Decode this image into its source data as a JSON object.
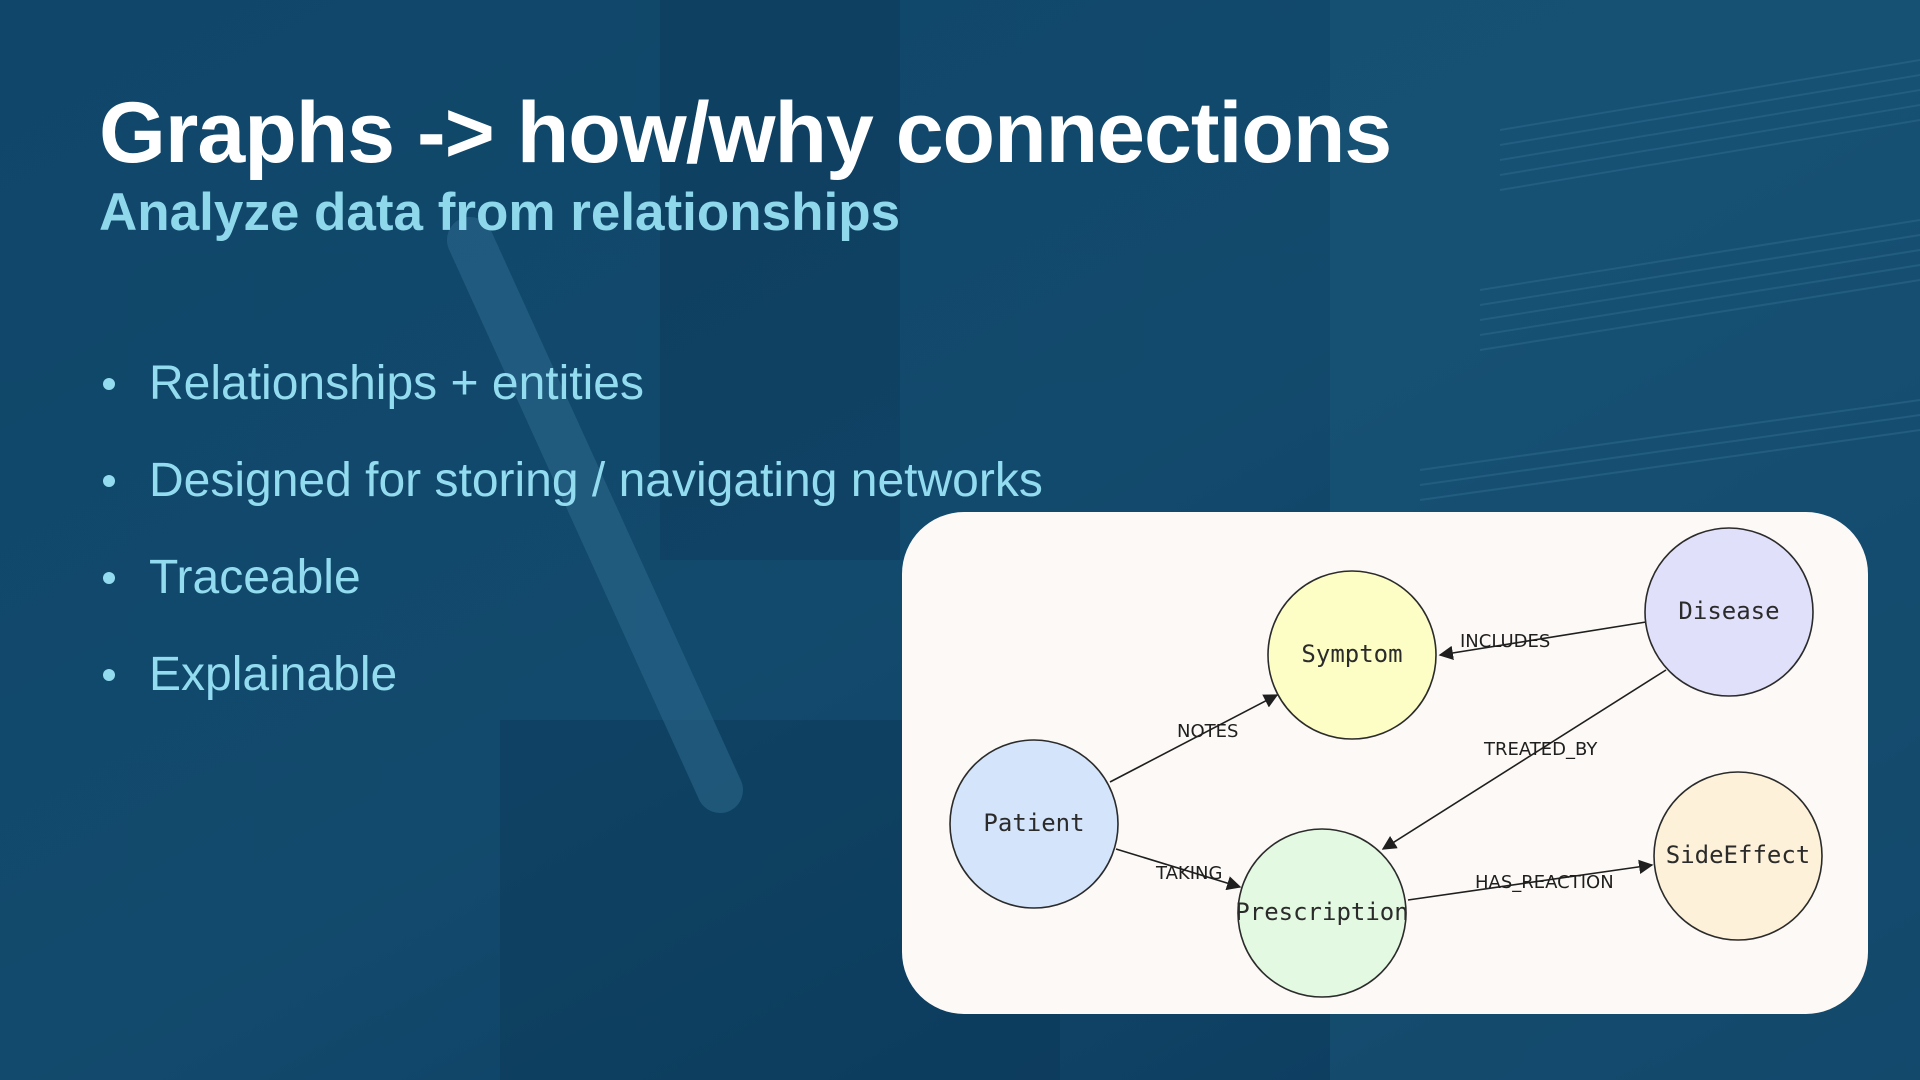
{
  "slide": {
    "title": "Graphs -> how/why connections",
    "subtitle": "Analyze data from relationships",
    "bullets": [
      "Relationships + entities",
      "Designed for storing / navigating networks",
      "Traceable",
      "Explainable"
    ]
  },
  "diagram": {
    "nodes": {
      "symptom": {
        "label": "Symptom",
        "color": "#fdfdc6"
      },
      "disease": {
        "label": "Disease",
        "color": "#e0e0fb"
      },
      "patient": {
        "label": "Patient",
        "color": "#d4e5fb"
      },
      "prescription": {
        "label": "Prescription",
        "color": "#e3f9e1"
      },
      "sideeffect": {
        "label": "SideEffect",
        "color": "#fdf2d9"
      }
    },
    "edges": {
      "includes": {
        "label": "INCLUDES",
        "from": "Disease",
        "to": "Symptom"
      },
      "notes": {
        "label": "NOTES",
        "from": "Patient",
        "to": "Symptom"
      },
      "treated_by": {
        "label": "TREATED_BY",
        "from": "Disease",
        "to": "Prescription"
      },
      "taking": {
        "label": "TAKING",
        "from": "Patient",
        "to": "Prescription"
      },
      "has_reaction": {
        "label": "HAS_REACTION",
        "from": "Prescription",
        "to": "SideEffect"
      }
    }
  },
  "colors": {
    "background": "#0f4266",
    "title": "#ffffff",
    "subtitle": "#8fd8ec",
    "bullet_text": "#93dcf0",
    "card": "#fcf9f6"
  }
}
